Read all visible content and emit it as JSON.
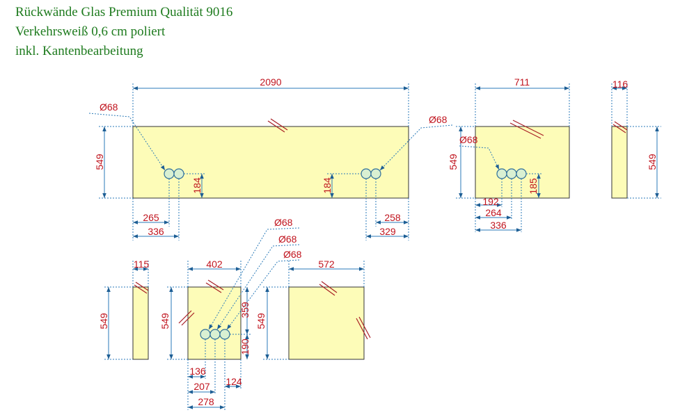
{
  "header": {
    "line1": "Rückwände Glas Premium Qualität 9016",
    "line2": "Verkehrsweiß 0,6 cm poliert",
    "line3": "inkl. Kantenbearbeitung"
  },
  "colors": {
    "title": "#1e7b1e",
    "dimension_text": "#c0141e",
    "dimension_line": "#2a7ab8",
    "panel_fill": "#fdfcb8",
    "hole_fill": "#d9f0d2"
  },
  "labels": {
    "p1_w": "2090",
    "p1_h": "549",
    "p1_hole": "Ø68",
    "p1_l_h": "184",
    "p1_l_a": "265",
    "p1_l_b": "336",
    "p1_r_h": "184",
    "p1_r_a": "258",
    "p1_r_b": "329",
    "p2_w": "711",
    "p2_h": "549",
    "p2_hole_a": "Ø68",
    "p2_hole_b": "Ø68",
    "p2_v": "185",
    "p2_a": "192",
    "p2_b": "264",
    "p2_c": "336",
    "p3_w": "116",
    "p3_h": "549",
    "p4_w": "115",
    "p4_h": "549",
    "p5_w": "402",
    "p5_h": "549",
    "p5_hole_a": "Ø68",
    "p5_hole_b": "Ø68",
    "p5_hole_c": "Ø68",
    "p5_v1": "359",
    "p5_v2": "190",
    "p5_a": "136",
    "p5_b": "207",
    "p5_c": "278",
    "p5_r": "124",
    "p6_w": "572",
    "p6_h": "549"
  }
}
